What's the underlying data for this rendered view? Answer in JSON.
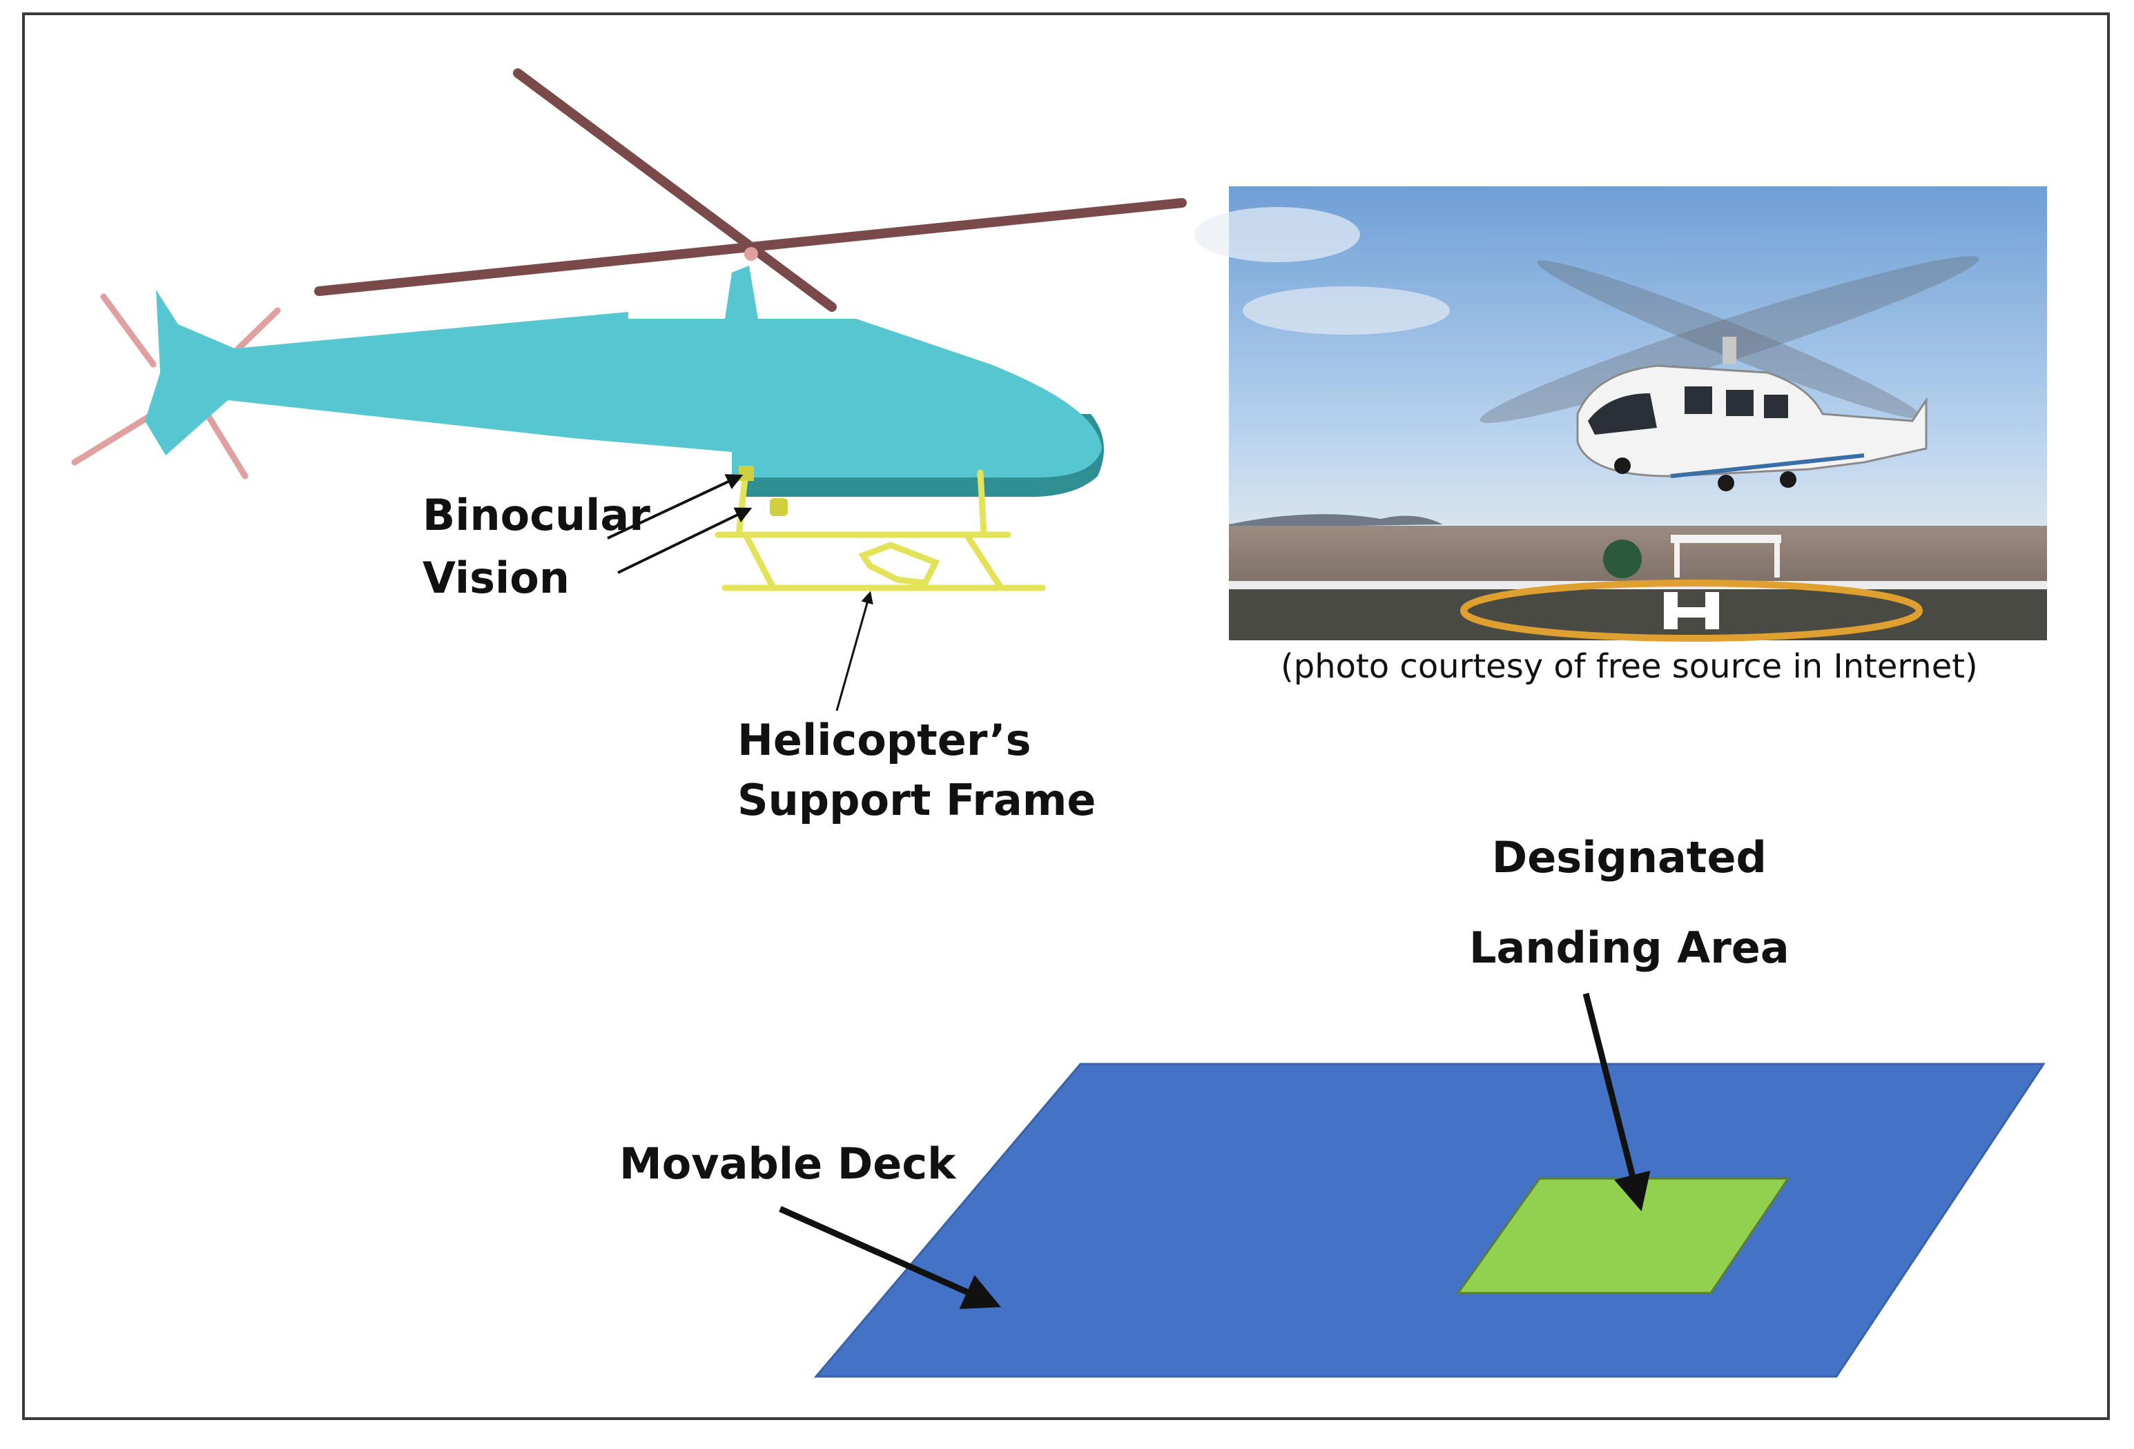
{
  "labels": {
    "binocular_line1": "Binocular",
    "binocular_line2": "Vision",
    "support_line1": "Helicopter’s",
    "support_line2": "Support Frame",
    "designated_line1": "Designated",
    "designated_line2": "Landing Area",
    "movable_deck": "Movable Deck"
  },
  "photo": {
    "caption": "(photo courtesy of free source in Internet)"
  },
  "colors": {
    "fuselage": "#56c7d1",
    "fuselage_shadow": "#2f8f92",
    "rotor": "#7a4a4a",
    "tail_rotor": "#e0a0a0",
    "skid_frame": "#e3e35a",
    "deck": "#4472c4",
    "landing_area": "#92d050",
    "arrow": "#111111"
  }
}
